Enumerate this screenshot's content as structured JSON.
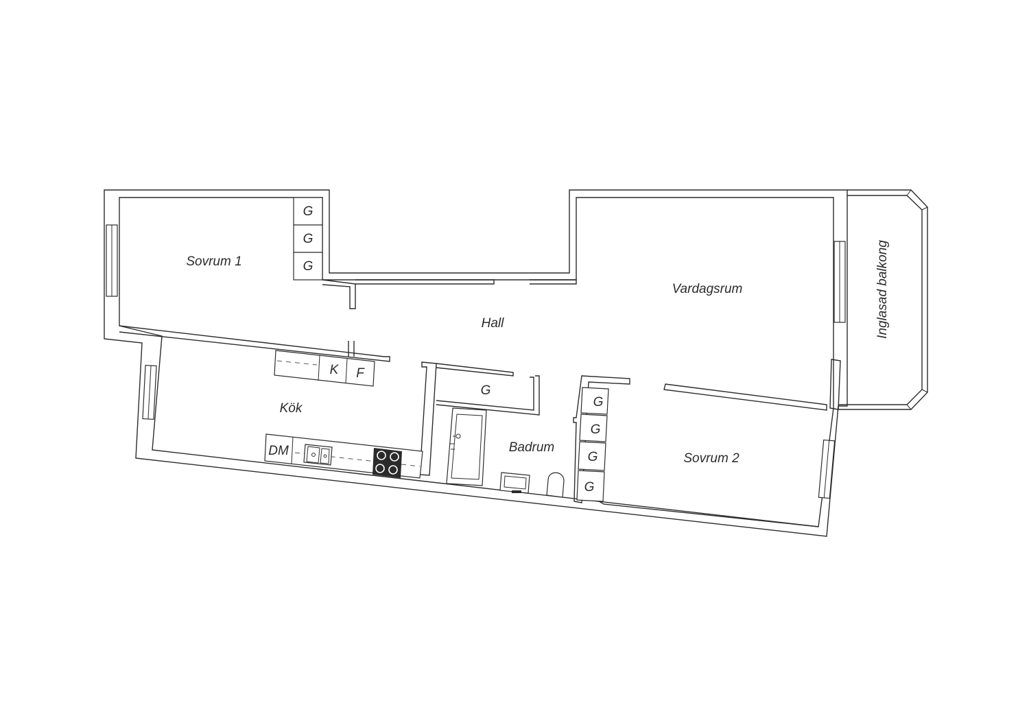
{
  "rooms": {
    "sovrum1": "Sovrum 1",
    "hall": "Hall",
    "vardagsrum": "Vardagsrum",
    "balkong": "Inglasad balkong",
    "kok": "Kök",
    "badrum": "Badrum",
    "sovrum2": "Sovrum 2"
  },
  "fixtures": {
    "garderob": "G",
    "kyl": "K",
    "frys": "F",
    "diskmaskin": "DM"
  },
  "colors": {
    "line": "#2b2b2b",
    "background": "#ffffff"
  }
}
